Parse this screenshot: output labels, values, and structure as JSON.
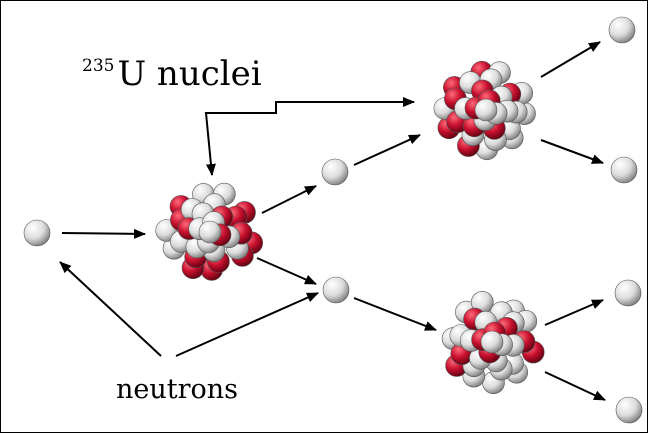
{
  "labels": {
    "isotope_mass": "235",
    "nuclei_text": "U nuclei",
    "neutrons_text": "neutrons"
  },
  "colors": {
    "proton": "#c8102e",
    "neutron": "#e8e8e8",
    "arrow": "#000000",
    "frame": "#000000"
  }
}
